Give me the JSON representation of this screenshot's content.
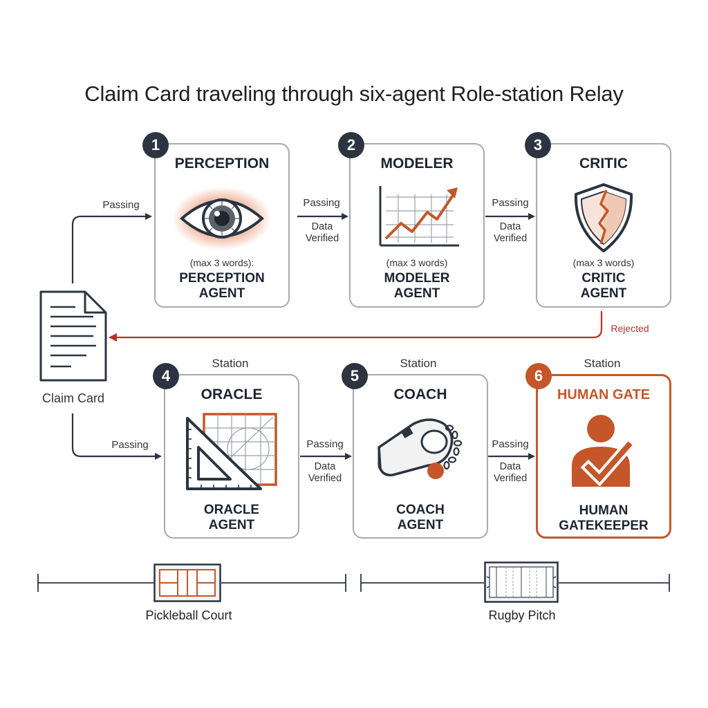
{
  "title": "Claim Card traveling through six-agent Role-station Relay",
  "claim_card_label": "Claim Card",
  "passing": "Passing",
  "station": "Station",
  "data_verified": "Data Verified",
  "rejected": "Rejected",
  "stations": [
    {
      "num": "1",
      "title": "PERCEPTION",
      "sub": "(max 3 words):",
      "agent_line1": "PERCEPTION",
      "agent_line2": "AGENT"
    },
    {
      "num": "2",
      "title": "MODELER",
      "sub": "(max 3 words)",
      "agent_line1": "MODELER",
      "agent_line2": "AGENT"
    },
    {
      "num": "3",
      "title": "CRITIC",
      "sub": "(max 3 words)",
      "agent_line1": "CRITIC",
      "agent_line2": "AGENT"
    },
    {
      "num": "4",
      "title": "ORACLE",
      "agent_line1": "ORACLE",
      "agent_line2": "AGENT"
    },
    {
      "num": "5",
      "title": "COACH",
      "agent_line1": "COACH",
      "agent_line2": "AGENT"
    },
    {
      "num": "6",
      "title": "HUMAN GATE",
      "agent_line1": "HUMAN",
      "agent_line2": "GATEKEEPER"
    }
  ],
  "courts": {
    "left": "Pickleball Court",
    "right": "Rugby Pitch"
  },
  "colors": {
    "accent": "#c4562a",
    "dark": "#2b3440",
    "border": "#a7a9ad",
    "reject": "#b3312a"
  }
}
